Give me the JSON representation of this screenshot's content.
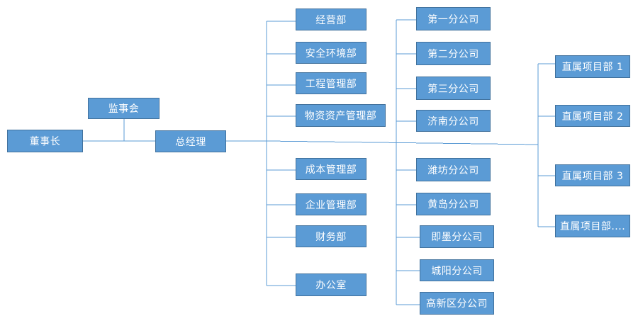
{
  "org": {
    "chairman": "董事长",
    "supervisory_board": "监事会",
    "general_manager": "总经理",
    "departments": [
      "经营部",
      "安全环境部",
      "工程管理部",
      "物资资产管理部",
      "成本管理部",
      "企业管理部",
      "财务部",
      "办公室"
    ],
    "branches": [
      "第一分公司",
      "第二分公司",
      "第三分公司",
      "济南分公司",
      "潍坊分公司",
      "黄岛分公司",
      "即墨分公司",
      "城阳分公司",
      "高新区分公司"
    ],
    "projects": [
      "直属项目部 1",
      "直属项目部 2",
      "直属项目部 3",
      "直属项目部...."
    ]
  },
  "colors": {
    "box_fill": "#5b9bd5",
    "box_border": "#41719c",
    "line": "#5b9bd5",
    "text": "#ffffff"
  }
}
